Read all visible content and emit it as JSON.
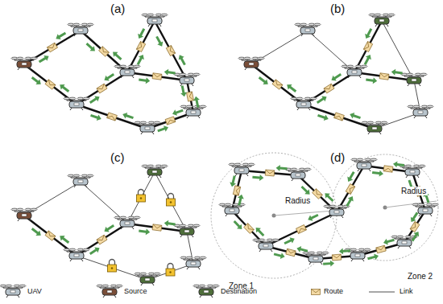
{
  "diagram": {
    "labels": [
      "(a)",
      "(b)",
      "(c)",
      "(d)",
      "Radius",
      "Radius",
      "Zone 1",
      "Zone 2"
    ],
    "legend": [
      {
        "text": "UAV"
      },
      {
        "text": "Source"
      },
      {
        "text": "Destination"
      },
      {
        "text": "Route"
      },
      {
        "text": "Link"
      }
    ]
  }
}
